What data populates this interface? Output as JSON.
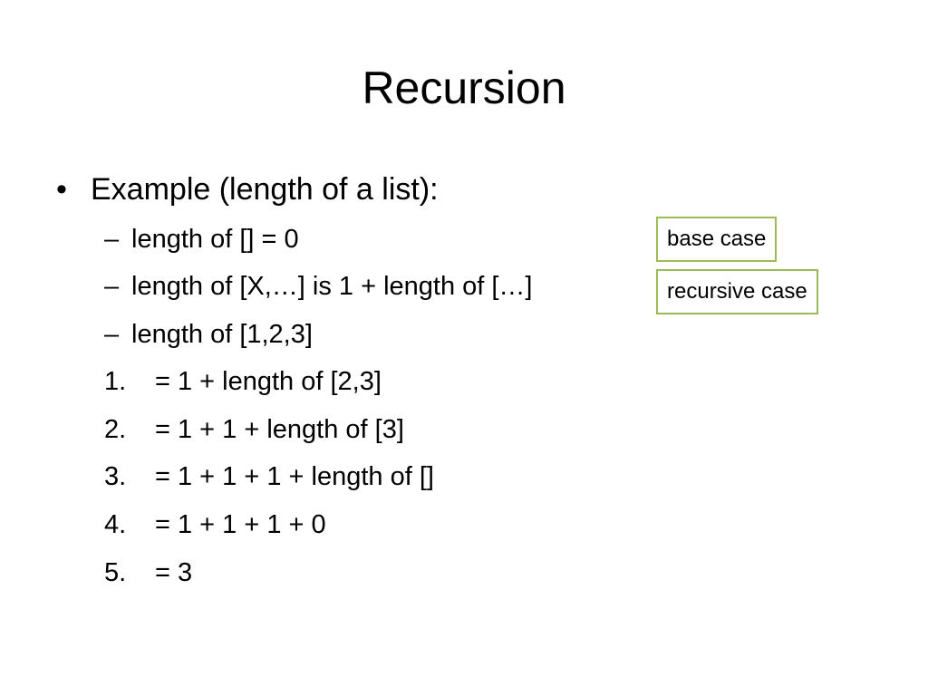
{
  "slide": {
    "title": "Recursion",
    "bullet": {
      "marker": "•",
      "text": "Example (length of a list):"
    },
    "sub_items": [
      {
        "marker": "–",
        "text": "length of [] = 0"
      },
      {
        "marker": "–",
        "text": "length of [X,…] is 1 + length of […]"
      },
      {
        "marker": "–",
        "text": "length of [1,2,3]"
      }
    ],
    "steps": [
      {
        "number": "1.",
        "text": "= 1 + length of [2,3]"
      },
      {
        "number": "2.",
        "text": "= 1 + 1 + length of [3]"
      },
      {
        "number": "3.",
        "text": "= 1 + 1 + 1 + length of []"
      },
      {
        "number": "4.",
        "text": "= 1 + 1 + 1 + 0"
      },
      {
        "number": "5.",
        "text": "= 3"
      }
    ],
    "callouts": {
      "base_case": "base case",
      "recursive_case": "recursive case"
    }
  },
  "colors": {
    "callout_border": "#9bbb59",
    "text": "#000000",
    "background": "#ffffff"
  }
}
